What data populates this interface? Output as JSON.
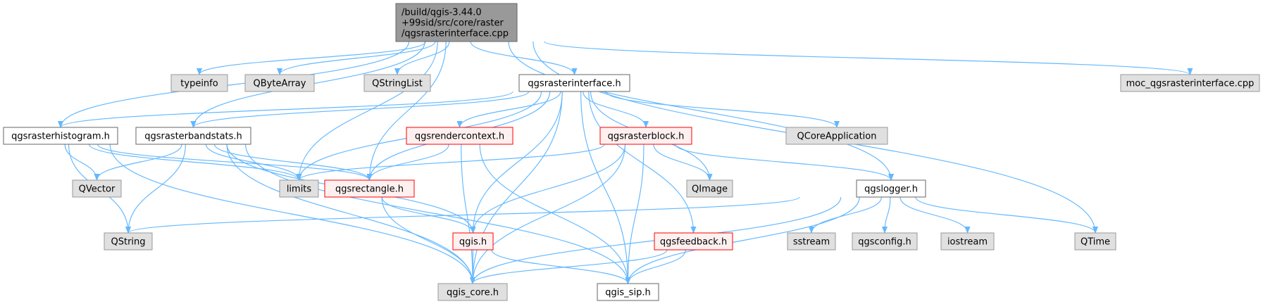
{
  "diagram": {
    "nodes": [
      {
        "id": "root",
        "lines": [
          "/build/qgis-3.44.0",
          "+99sid/src/core/raster",
          "/qgsrasterinterface.cpp"
        ],
        "style": "root",
        "interactable": false
      },
      {
        "id": "typeinfo",
        "lines": [
          "typeinfo"
        ],
        "style": "external",
        "interactable": false
      },
      {
        "id": "qbytearray",
        "lines": [
          "QByteArray"
        ],
        "style": "external",
        "interactable": false
      },
      {
        "id": "qstringlist",
        "lines": [
          "QStringList"
        ],
        "style": "external",
        "interactable": false
      },
      {
        "id": "qgsrasterinterface_h",
        "lines": [
          "qgsrasterinterface.h"
        ],
        "style": "file",
        "interactable": true
      },
      {
        "id": "moc",
        "lines": [
          "moc_qgsrasterinterface.cpp"
        ],
        "style": "external",
        "interactable": false
      },
      {
        "id": "qgsrasterhistogram_h",
        "lines": [
          "qgsrasterhistogram.h"
        ],
        "style": "file",
        "interactable": true
      },
      {
        "id": "qgsrasterbandstats_h",
        "lines": [
          "qgsrasterbandstats.h"
        ],
        "style": "file",
        "interactable": true
      },
      {
        "id": "qgsrendercontext_h",
        "lines": [
          "qgsrendercontext.h"
        ],
        "style": "truncated",
        "interactable": true
      },
      {
        "id": "qgsrasterblock_h",
        "lines": [
          "qgsrasterblock.h"
        ],
        "style": "truncated",
        "interactable": true
      },
      {
        "id": "qcoreapplication",
        "lines": [
          "QCoreApplication"
        ],
        "style": "external",
        "interactable": false
      },
      {
        "id": "qvector",
        "lines": [
          "QVector"
        ],
        "style": "external",
        "interactable": false
      },
      {
        "id": "limits",
        "lines": [
          "limits"
        ],
        "style": "external",
        "interactable": false
      },
      {
        "id": "qgsrectangle_h",
        "lines": [
          "qgsrectangle.h"
        ],
        "style": "truncated",
        "interactable": true
      },
      {
        "id": "qimage",
        "lines": [
          "QImage"
        ],
        "style": "external",
        "interactable": false
      },
      {
        "id": "qgslogger_h",
        "lines": [
          "qgslogger.h"
        ],
        "style": "file",
        "interactable": true
      },
      {
        "id": "qstring",
        "lines": [
          "QString"
        ],
        "style": "external",
        "interactable": false
      },
      {
        "id": "qgis_h",
        "lines": [
          "qgis.h"
        ],
        "style": "truncated",
        "interactable": true
      },
      {
        "id": "qgsfeedback_h",
        "lines": [
          "qgsfeedback.h"
        ],
        "style": "truncated",
        "interactable": true
      },
      {
        "id": "sstream",
        "lines": [
          "sstream"
        ],
        "style": "external",
        "interactable": false
      },
      {
        "id": "qgsconfig_h",
        "lines": [
          "qgsconfig.h"
        ],
        "style": "external",
        "interactable": false
      },
      {
        "id": "iostream",
        "lines": [
          "iostream"
        ],
        "style": "external",
        "interactable": false
      },
      {
        "id": "qtime",
        "lines": [
          "QTime"
        ],
        "style": "external",
        "interactable": false
      },
      {
        "id": "qgis_core_h",
        "lines": [
          "qgis_core.h"
        ],
        "style": "external",
        "interactable": false
      },
      {
        "id": "qgis_sip_h",
        "lines": [
          "qgis_sip.h"
        ],
        "style": "file",
        "interactable": true
      }
    ],
    "edges": [
      [
        "root",
        "typeinfo"
      ],
      [
        "root",
        "qbytearray"
      ],
      [
        "root",
        "qstringlist"
      ],
      [
        "root",
        "qgsrasterinterface_h"
      ],
      [
        "root",
        "moc"
      ],
      [
        "root",
        "qgsrasterhistogram_h"
      ],
      [
        "root",
        "qgsrasterbandstats_h"
      ],
      [
        "root",
        "qgsrectangle_h"
      ],
      [
        "root",
        "limits"
      ],
      [
        "root",
        "qgslogger_h"
      ],
      [
        "root",
        "qtime"
      ],
      [
        "qgsrasterinterface_h",
        "qgsrasterhistogram_h"
      ],
      [
        "qgsrasterinterface_h",
        "qgsrasterbandstats_h"
      ],
      [
        "qgsrasterinterface_h",
        "qgsrendercontext_h"
      ],
      [
        "qgsrasterinterface_h",
        "qgsrasterblock_h"
      ],
      [
        "qgsrasterinterface_h",
        "qcoreapplication"
      ],
      [
        "qgsrasterinterface_h",
        "limits"
      ],
      [
        "qgsrasterinterface_h",
        "qgsrectangle_h"
      ],
      [
        "qgsrasterinterface_h",
        "qimage"
      ],
      [
        "qgsrasterinterface_h",
        "qgis_h"
      ],
      [
        "qgsrasterinterface_h",
        "qgis_core_h"
      ],
      [
        "qgsrasterinterface_h",
        "qgis_sip_h"
      ],
      [
        "qgsrasterinterface_h",
        "qgsfeedback_h"
      ],
      [
        "qgsrasterhistogram_h",
        "qvector"
      ],
      [
        "qgsrasterhistogram_h",
        "limits"
      ],
      [
        "qgsrasterhistogram_h",
        "qgsrectangle_h"
      ],
      [
        "qgsrasterhistogram_h",
        "qstring"
      ],
      [
        "qgsrasterhistogram_h",
        "qgis_core_h"
      ],
      [
        "qgsrasterbandstats_h",
        "qvector"
      ],
      [
        "qgsrasterbandstats_h",
        "limits"
      ],
      [
        "qgsrasterbandstats_h",
        "qgsrectangle_h"
      ],
      [
        "qgsrasterbandstats_h",
        "qstring"
      ],
      [
        "qgsrasterbandstats_h",
        "qgis_h"
      ],
      [
        "qgsrasterbandstats_h",
        "qgis_core_h"
      ],
      [
        "qgsrasterbandstats_h",
        "qgis_sip_h"
      ],
      [
        "qgsrendercontext_h",
        "qgsrectangle_h"
      ],
      [
        "qgsrendercontext_h",
        "qgis_core_h"
      ],
      [
        "qgsrendercontext_h",
        "qgis_sip_h"
      ],
      [
        "qgsrasterblock_h",
        "limits"
      ],
      [
        "qgsrasterblock_h",
        "qimage"
      ],
      [
        "qgsrasterblock_h",
        "qgslogger_h"
      ],
      [
        "qgsrasterblock_h",
        "qgis_h"
      ],
      [
        "qgsrasterblock_h",
        "qgis_core_h"
      ],
      [
        "qgsrasterblock_h",
        "qgis_sip_h"
      ],
      [
        "qgsrectangle_h",
        "qgis_h"
      ],
      [
        "qgsrectangle_h",
        "qgis_core_h"
      ],
      [
        "qgslogger_h",
        "qstring"
      ],
      [
        "qgslogger_h",
        "sstream"
      ],
      [
        "qgslogger_h",
        "qgsconfig_h"
      ],
      [
        "qgslogger_h",
        "iostream"
      ],
      [
        "qgslogger_h",
        "qtime"
      ],
      [
        "qgslogger_h",
        "qgis_core_h"
      ],
      [
        "qgslogger_h",
        "qgis_sip_h"
      ],
      [
        "qgis_h",
        "qgis_core_h"
      ],
      [
        "qgis_h",
        "qgis_sip_h"
      ],
      [
        "qgsfeedback_h",
        "qgis_core_h"
      ],
      [
        "qgsfeedback_h",
        "qgis_sip_h"
      ]
    ]
  },
  "colors": {
    "edge": "#63b8ff",
    "root_fill": "#999999",
    "root_stroke": "#666666",
    "file_fill": "#ffffff",
    "file_stroke": "#666666",
    "truncated_fill": "#fff0f0",
    "truncated_stroke": "#ff0000",
    "external_fill": "#e0e0e0",
    "external_stroke": "#999999"
  }
}
